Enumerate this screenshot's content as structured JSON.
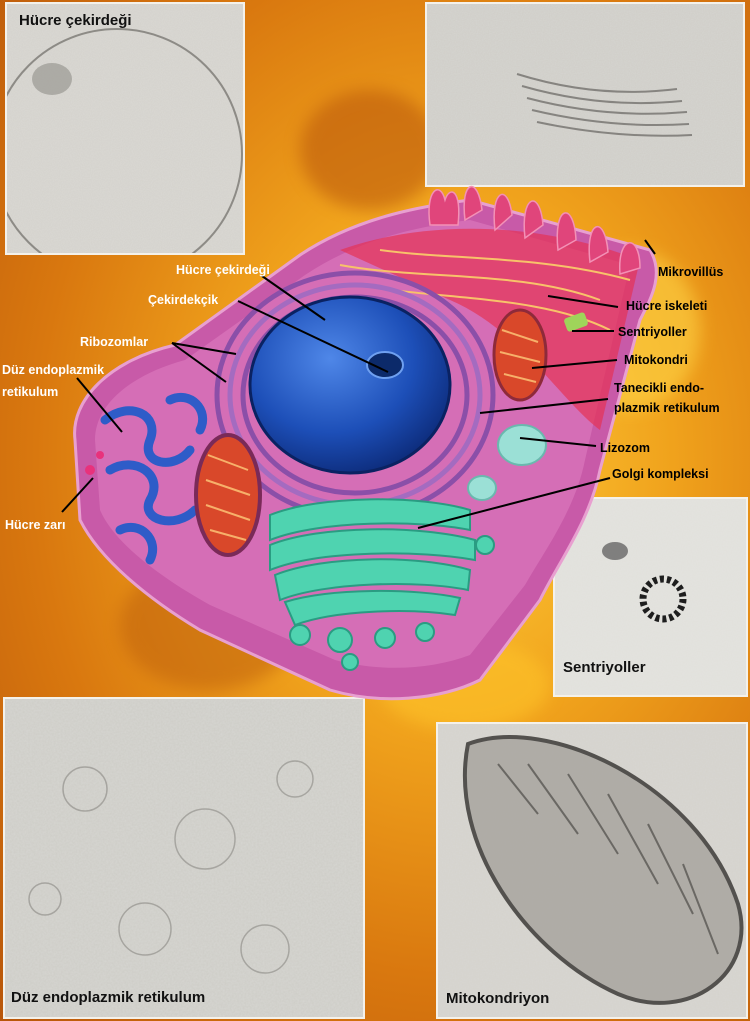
{
  "panels": {
    "nucleus": "Hücre çekirdeği",
    "centrioles": "Sentriyoller",
    "smooth_er": "Düz endoplazmik retikulum",
    "mitochondrion": "Mitokondriyon"
  },
  "labels": {
    "nucleus": "Hücre çekirdeği",
    "nucleolus": "Çekirdekçik",
    "ribosomes": "Ribozomlar",
    "smooth_er_1": "Düz endoplazmik",
    "smooth_er_2": "retikulum",
    "cell_membrane": "Hücre zarı",
    "microvilli": "Mikrovillüs",
    "cytoskeleton": "Hücre iskeleti",
    "centrioles": "Sentriyoller",
    "mitochondria": "Mitokondri",
    "rough_er_1": "Tanecikli endo-",
    "rough_er_2": "plazmik retikulum",
    "lysosome": "Lizozom",
    "golgi": "Golgi kompleksi"
  },
  "colors": {
    "background": "#f0a21c",
    "nucleus": "#1d4fb8",
    "membrane": "#c85aa8",
    "golgi": "#4fd3b0",
    "mitochondria": "#d9482a"
  }
}
